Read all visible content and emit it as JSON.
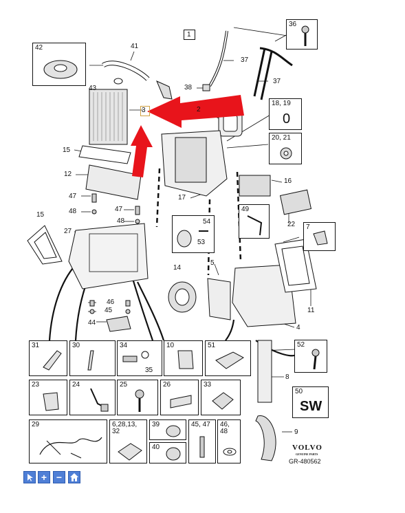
{
  "callout_1": "1",
  "labels": {
    "l41": "41",
    "l43": "43",
    "l3": "3",
    "l2": "2",
    "l38": "38",
    "l37a": "37",
    "l37b": "37",
    "l15a": "15",
    "l12": "12",
    "l17": "17",
    "l16": "16",
    "l22": "22",
    "l47a": "47",
    "l48a": "48",
    "l47b": "47",
    "l48b": "48",
    "l15b": "15",
    "l27": "27",
    "l14": "14",
    "l5": "5",
    "l11": "11",
    "l4": "4",
    "l46": "46",
    "l45": "45",
    "l44": "44",
    "l8": "8",
    "l9": "9"
  },
  "boxes": {
    "b42": "42",
    "b36": "36",
    "b1819": "18, 19",
    "b1819_big": "0",
    "b2021": "20, 21",
    "b49": "49",
    "b7": "7",
    "b54": "54",
    "b53": "53",
    "b52": "52",
    "b50": "50",
    "b50_big": "SW",
    "b31": "31",
    "b30": "30",
    "b34": "34",
    "b35": "35",
    "b10": "10",
    "b51": "51",
    "b23": "23",
    "b24": "24",
    "b25": "25",
    "b26": "26",
    "b33": "33",
    "b29": "29",
    "b6": "6,28,13,\n32",
    "b39": "39",
    "b40": "40",
    "b4547": "45, 47",
    "b4648": "46,\n48"
  },
  "brand": {
    "name": "VOLVO",
    "sub": "GENUINE PARTS",
    "ref": "GR-480562"
  },
  "toolbar": {
    "pointer": "cursor",
    "zoom_in": "+",
    "zoom_out": "−",
    "home": "home"
  },
  "colors": {
    "arrow": "#e8141b",
    "line": "#111111",
    "button": "#4f7fd6"
  }
}
